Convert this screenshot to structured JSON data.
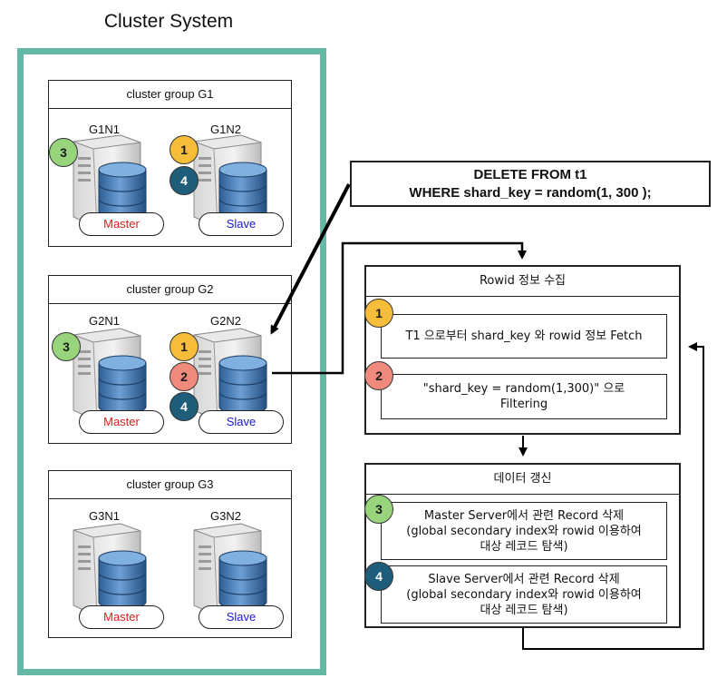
{
  "title": "Cluster System",
  "groups": [
    {
      "name": "cluster group G1",
      "nodes": [
        {
          "label": "G1N1",
          "role": "Master",
          "badges": [
            "3"
          ]
        },
        {
          "label": "G1N2",
          "role": "Slave",
          "badges": [
            "1",
            "4"
          ]
        }
      ]
    },
    {
      "name": "cluster group G2",
      "nodes": [
        {
          "label": "G2N1",
          "role": "Master",
          "badges": [
            "3"
          ]
        },
        {
          "label": "G2N2",
          "role": "Slave",
          "badges": [
            "1",
            "2",
            "4"
          ]
        }
      ]
    },
    {
      "name": "cluster group G3",
      "nodes": [
        {
          "label": "G3N1",
          "role": "Master",
          "badges": []
        },
        {
          "label": "G3N2",
          "role": "Slave",
          "badges": []
        }
      ]
    }
  ],
  "sql": {
    "line1": "DELETE FROM t1",
    "line2": "WHERE shard_key = random(1, 300 );"
  },
  "rowid_box": {
    "title": "Rowid 정보 수집",
    "steps": [
      {
        "badge": "1",
        "text": "T1 으로부터 shard_key 와 rowid 정보 Fetch"
      },
      {
        "badge": "2",
        "line1": "\"shard_key = random(1,300)\" 으로",
        "line2": "Filtering"
      }
    ]
  },
  "update_box": {
    "title": "데이터 갱신",
    "steps": [
      {
        "badge": "3",
        "line1": "Master Server에서 관련 Record 삭제",
        "line2": "(global secondary index와 rowid 이용하여",
        "line3": "대상 레코드 탐색)"
      },
      {
        "badge": "4",
        "line1": "Slave Server에서 관련 Record 삭제",
        "line2": "(global secondary index와 rowid 이용하여",
        "line3": "대상 레코드 탐색)"
      }
    ]
  },
  "colors": {
    "frame": "#66b8a6",
    "master": "#e01b1b",
    "slave": "#1a1ad0",
    "badge_green": "#97d47c",
    "badge_yellow": "#f6bd3a",
    "badge_red": "#f08a7c",
    "badge_blue": "#1f5e7a",
    "db_blue": "#3f78b5"
  },
  "icons": {
    "server": "server-tower-icon",
    "database": "database-cylinder-icon"
  }
}
